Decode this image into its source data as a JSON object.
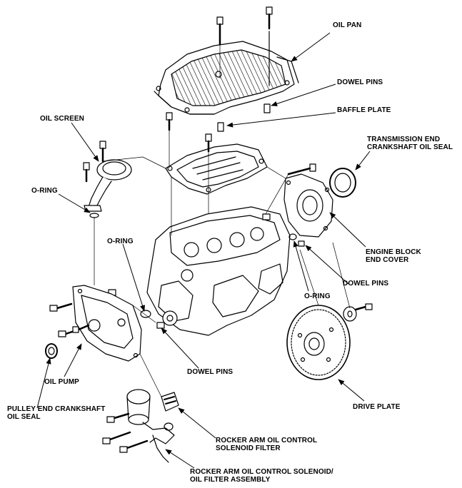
{
  "labels": {
    "oil_pan": "OIL PAN",
    "dowel_pins_top": "DOWEL PINS",
    "baffle_plate": "BAFFLE PLATE",
    "oil_screen": "OIL SCREEN",
    "trans_seal_line1": "TRANSMISSION END",
    "trans_seal_line2": "CRANKSHAFT OIL SEAL",
    "o_ring_left": "O-RING",
    "o_ring_mid": "O-RING",
    "engine_cover_line1": "ENGINE BLOCK",
    "engine_cover_line2": "END COVER",
    "dowel_pins_right": "DOWEL PINS",
    "o_ring_right": "O-RING",
    "oil_pump": "OIL PUMP",
    "dowel_pins_bottom": "DOWEL PINS",
    "pulley_seal_line1": "PULLEY END CRANKSHAFT",
    "pulley_seal_line2": "OIL SEAL",
    "drive_plate": "DRIVE PLATE",
    "solenoid_filter_line1": "ROCKER ARM OIL CONTROL",
    "solenoid_filter_line2": "SOLENOID FILTER",
    "solenoid_assembly_line1": "ROCKER ARM OIL CONTROL SOLENOID/",
    "solenoid_assembly_line2": "OIL FILTER ASSEMBLY"
  }
}
